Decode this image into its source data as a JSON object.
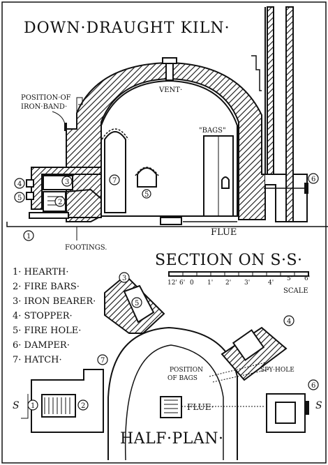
{
  "title": "DOWN·DRAUGHT KILN·",
  "section_title": "SECTION ON S·S·",
  "half_plan_title": "HALF·PLAN·",
  "labels": {
    "vent": "VENT·",
    "bags": "\"BAGS\"",
    "iron_band": [
      "POSITION·OF",
      "IRON·BAND·"
    ],
    "flue": "FLUE",
    "footings": "FOOTINGS.",
    "scale": "SCALE",
    "position_of_bags": [
      "POSITION",
      "OF BAGS"
    ],
    "spy_hole": "SPY·HOLE",
    "plan_flue": "FLUE·",
    "s_left": "S",
    "s_right": "S"
  },
  "scale_ticks": [
    "12'",
    "6'",
    "0",
    "1'",
    "2'",
    "3'",
    "4'",
    "5'",
    "6'"
  ],
  "legend": [
    {
      "n": "1·",
      "text": "HEARTH·"
    },
    {
      "n": "2·",
      "text": "FIRE BARS·"
    },
    {
      "n": "3·",
      "text": "IRON BEARER·"
    },
    {
      "n": "4·",
      "text": "STOPPER·"
    },
    {
      "n": "5·",
      "text": "FIRE HOLE·"
    },
    {
      "n": "6·",
      "text": "DAMPER·"
    },
    {
      "n": "7·",
      "text": "HATCH·"
    }
  ],
  "markers": [
    "1",
    "2",
    "3",
    "4",
    "5",
    "6",
    "7"
  ]
}
